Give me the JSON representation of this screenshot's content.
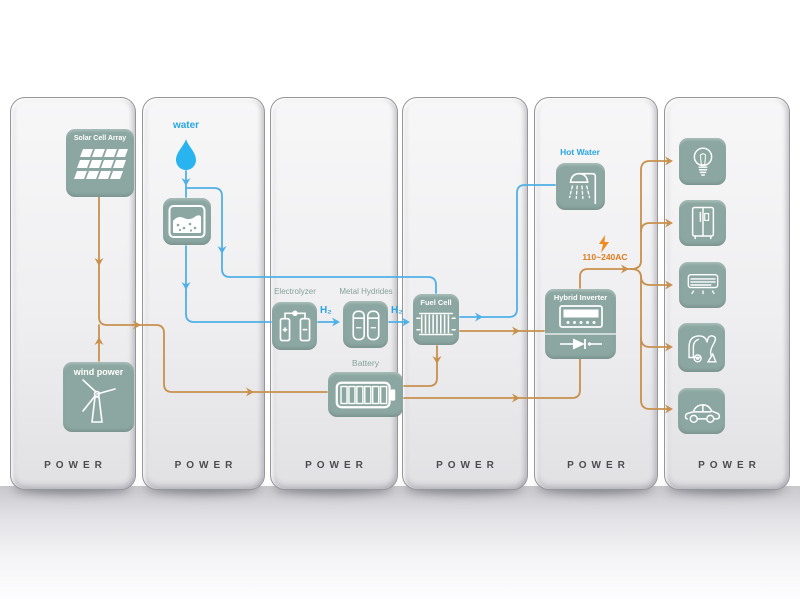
{
  "panels": [
    {
      "label": "POWER"
    },
    {
      "label": "POWER"
    },
    {
      "label": "POWER"
    },
    {
      "label": "POWER"
    },
    {
      "label": "POWER"
    },
    {
      "label": "POWER"
    }
  ],
  "nodes": {
    "solar": {
      "label": "Solar Cell Array"
    },
    "water": {
      "label": "water"
    },
    "wind": {
      "label": "wind power"
    },
    "electrolyzer": {
      "label": "Electrolyzer"
    },
    "metal_hydrides": {
      "label": "Metal Hydrides"
    },
    "hydrogen1": {
      "label": "H₂"
    },
    "hydrogen2": {
      "label": "H₂"
    },
    "fuel_cell": {
      "label": "Fuel Cell"
    },
    "battery": {
      "label": "Battery"
    },
    "hot_water": {
      "label": "Hot Water"
    },
    "hybrid_inverter": {
      "label": "Hybrid Inverter"
    },
    "ac_output": {
      "label": "110~240AC"
    }
  },
  "appliances": [
    {
      "name": "light-bulb"
    },
    {
      "name": "refrigerator"
    },
    {
      "name": "air-conditioner"
    },
    {
      "name": "vacuum-cleaner"
    },
    {
      "name": "electric-car"
    }
  ],
  "icons": [
    "solar-panel-icon",
    "water-drop-icon",
    "water-tank-icon",
    "wind-turbine-icon",
    "electrolyzer-icon",
    "metal-hydrides-icon",
    "fuel-cell-icon",
    "battery-icon",
    "shower-icon",
    "inverter-display-icon",
    "diode-icon",
    "lightning-bolt-icon",
    "light-bulb-icon",
    "refrigerator-icon",
    "air-conditioner-icon",
    "vacuum-cleaner-icon",
    "electric-car-icon"
  ],
  "colors": {
    "node_box": "#8ca7a1",
    "power_line": "#c8904d",
    "water_line": "#4fb0e6",
    "water_drop": "#29b4f0",
    "ac_text": "#e07b1e",
    "label_teal": "#85a09a",
    "power_text": "#4c4c50"
  }
}
